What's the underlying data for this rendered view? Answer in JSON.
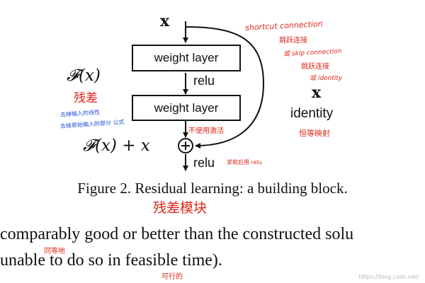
{
  "diagram": {
    "input_label": "x",
    "top_layer_label": "weight layer",
    "activation_label": "relu",
    "bottom_layer_label": "weight layer",
    "residual_function_label": "𝓕(x)",
    "sum_label": "𝓕(x) + x",
    "output_activation_label": "relu",
    "shortcut_x_label": "x",
    "identity_label": "identity",
    "sum_symbol": "+"
  },
  "caption": "Figure 2. Residual learning: a building block.",
  "body_text": {
    "line1": "comparably good or better than the constructed solu",
    "line2": "unable to do so in feasible time)."
  },
  "annotations": {
    "shortcut_connection": "shortcut connection",
    "skip_cn": "跳跃连接",
    "or_skip_connection": "或 skip connection",
    "skip_cn2": "跳跃连接",
    "or_identity": "或 identity",
    "residual_cn": "残差",
    "blue_note_1": "去掉输入的线性",
    "blue_note_2": "去掉原始输入的部分 公式",
    "before_relu_cn": "不使用激活",
    "identity_cn": "恒等映射",
    "after_relu_cn": "求和后用 relu",
    "residual_block_cn": "残差模块",
    "same_cn": "同等地",
    "feasible_cn": "可行的"
  },
  "watermark": "https://blog.csdn.net/"
}
